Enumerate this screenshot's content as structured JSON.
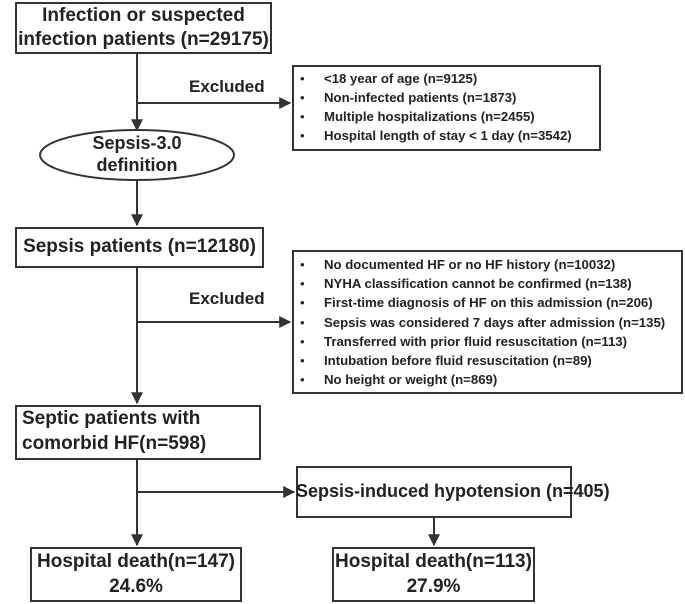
{
  "box_infection": {
    "line1": "Infection or suspected",
    "line2": "infection patients (n=29175)"
  },
  "excluded_1_label": "Excluded",
  "exclusions_1": [
    "<18 year of age (n=9125)",
    "Non-infected patients (n=1873)",
    "Multiple hospitalizations (n=2455)",
    "Hospital  length of stay < 1 day (n=3542)"
  ],
  "definition": {
    "line1": "Sepsis-3.0",
    "line2": "definition"
  },
  "box_sepsis": "Sepsis patients (n=12180)",
  "excluded_2_label": "Excluded",
  "exclusions_2": [
    "No documented HF or no HF history (n=10032)",
    "NYHA  classification cannot be confirmed (n=138)",
    "First-time diagnosis of HF on this admission (n=206)",
    "Sepsis was considered 7 days after admission (n=135)",
    "Transferred with prior fluid resuscitation (n=113)",
    "Intubation before fluid resuscitation (n=89)",
    "No height or weight (n=869)"
  ],
  "box_septic_hf": {
    "line1": "Septic patients with",
    "line2": "comorbid HF(n=598)"
  },
  "box_hypotension": "Sepsis-induced hypotension (n=405)",
  "box_death_left": {
    "line1": "Hospital death(n=147)",
    "line2": "24.6%"
  },
  "box_death_right": {
    "line1": "Hospital death(n=113)",
    "line2": "27.9%"
  }
}
